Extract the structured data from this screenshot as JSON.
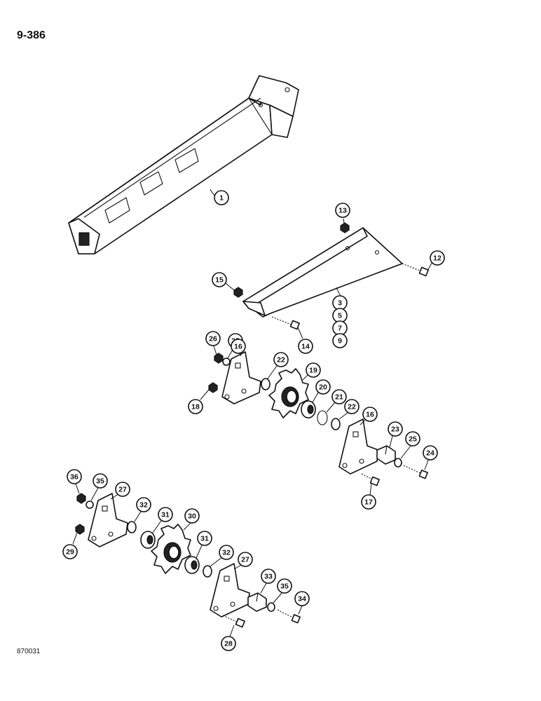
{
  "page_code": "9-386",
  "drawing_code": "870031",
  "callouts": [
    {
      "id": "c1",
      "label": "1"
    },
    {
      "id": "c13",
      "label": "13"
    },
    {
      "id": "c12",
      "label": "12"
    },
    {
      "id": "c15",
      "label": "15"
    },
    {
      "id": "c3",
      "label": "3"
    },
    {
      "id": "c5",
      "label": "5"
    },
    {
      "id": "c7",
      "label": "7"
    },
    {
      "id": "c9",
      "label": "9"
    },
    {
      "id": "c14",
      "label": "14"
    },
    {
      "id": "c26",
      "label": "26"
    },
    {
      "id": "c25a",
      "label": "25"
    },
    {
      "id": "c16a",
      "label": "16"
    },
    {
      "id": "c22a",
      "label": "22"
    },
    {
      "id": "c19",
      "label": "19"
    },
    {
      "id": "c20",
      "label": "20"
    },
    {
      "id": "c21",
      "label": "21"
    },
    {
      "id": "c22b",
      "label": "22"
    },
    {
      "id": "c16b",
      "label": "16"
    },
    {
      "id": "c18",
      "label": "18"
    },
    {
      "id": "c23",
      "label": "23"
    },
    {
      "id": "c25b",
      "label": "25"
    },
    {
      "id": "c24",
      "label": "24"
    },
    {
      "id": "c17",
      "label": "17"
    },
    {
      "id": "c36",
      "label": "36"
    },
    {
      "id": "c35a",
      "label": "35"
    },
    {
      "id": "c27a",
      "label": "27"
    },
    {
      "id": "c32a",
      "label": "32"
    },
    {
      "id": "c31a",
      "label": "31"
    },
    {
      "id": "c30",
      "label": "30"
    },
    {
      "id": "c29",
      "label": "29"
    },
    {
      "id": "c31b",
      "label": "31"
    },
    {
      "id": "c32b",
      "label": "32"
    },
    {
      "id": "c27b",
      "label": "27"
    },
    {
      "id": "c33",
      "label": "33"
    },
    {
      "id": "c35b",
      "label": "35"
    },
    {
      "id": "c34",
      "label": "34"
    },
    {
      "id": "c28",
      "label": "28"
    }
  ]
}
